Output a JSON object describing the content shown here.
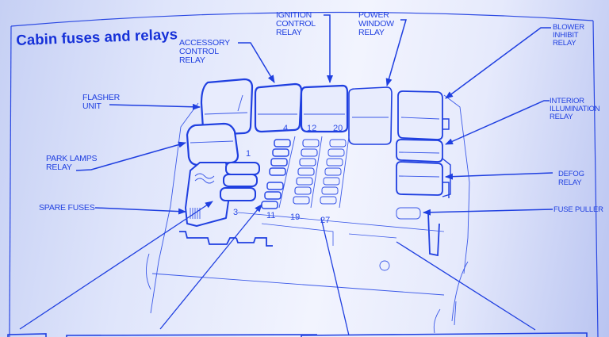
{
  "title": "Cabin fuses and relays",
  "colors": {
    "ink": "#1f3fe0",
    "ink_dark": "#1530d8",
    "paper_light": "#f2f4fe",
    "paper_edge": "#b9c4f1"
  },
  "labels": {
    "accessory_control_relay": "ACCESSORY\nCONTROL\nRELAY",
    "ignition_control_relay": "IGNITION\nCONTROL\nRELAY",
    "power_window_relay": "POWER\nWINDOW\nRELAY",
    "blower_inhibit_relay": "BLOWER\nINHIBIT\nRELAY",
    "interior_illumination_relay": "INTERIOR\nILLUMINATION\nRELAY",
    "defog_relay": "DEFOG\nRELAY",
    "fuse_puller": "FUSE PULLER",
    "flasher_unit": "FLASHER\nUNIT",
    "park_lamps_relay": "PARK LAMPS\nRELAY",
    "spare_fuses": "SPARE FUSES"
  },
  "fuse_numbers": {
    "n1": "1",
    "n3": "3",
    "n4": "4",
    "n11": "11",
    "n12": "12",
    "n19": "19",
    "n20": "20",
    "n27": "27"
  }
}
